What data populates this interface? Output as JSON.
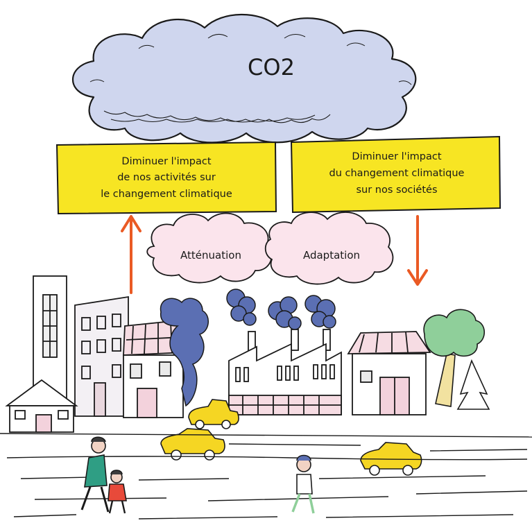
{
  "cloud": {
    "label": "CO2"
  },
  "boxes": {
    "left": {
      "lines": [
        "Diminuer l'impact",
        "de nos activités sur",
        "le changement climatique"
      ]
    },
    "right": {
      "lines": [
        "Diminuer l'impact",
        "du changement climatique",
        "sur nos sociétés"
      ]
    }
  },
  "strategies": {
    "mitigation": "Atténuation",
    "adaptation": "Adaptation"
  },
  "colors": {
    "sky_cloud": "#cfd6ee",
    "box_fill": "#f7e523",
    "arrow": "#ea5a24",
    "pink_cloud": "#fbe4ec",
    "smoke": "#5b6fb3",
    "car": "#f5d623",
    "tree": "#8fcf9a"
  }
}
